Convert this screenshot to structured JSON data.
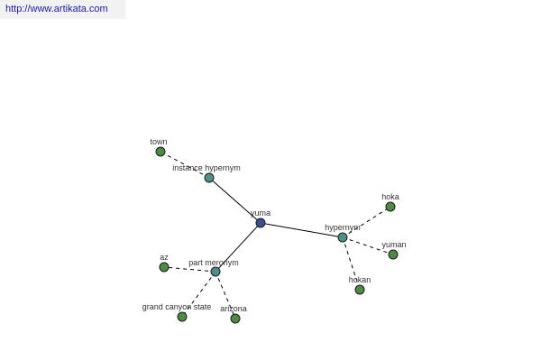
{
  "header": {
    "url_text": "http://www.artikata.com"
  },
  "colors": {
    "link": "#1a1aa6",
    "edge": "#000000",
    "label": "#333333",
    "root_fill": "#3a4f8e",
    "relation_fill": "#4f8f8a",
    "leaf_fill": "#4e8a44",
    "node_stroke": "#1a1a1a"
  },
  "graph": {
    "nodes": [
      {
        "id": "yuma",
        "label": "yuma",
        "kind": "root",
        "icon": "root-node-icon"
      },
      {
        "id": "instance-hypernym",
        "label": "instance hypernym",
        "kind": "relation",
        "icon": "relation-node-icon"
      },
      {
        "id": "hypernym",
        "label": "hypernym",
        "kind": "relation",
        "icon": "relation-node-icon"
      },
      {
        "id": "part-meronym",
        "label": "part meronym",
        "kind": "relation",
        "icon": "relation-node-icon"
      },
      {
        "id": "town",
        "label": "town",
        "kind": "leaf",
        "icon": "leaf-node-icon"
      },
      {
        "id": "hoka",
        "label": "hoka",
        "kind": "leaf",
        "icon": "leaf-node-icon"
      },
      {
        "id": "yuman",
        "label": "yuman",
        "kind": "leaf",
        "icon": "leaf-node-icon"
      },
      {
        "id": "hokan",
        "label": "hokan",
        "kind": "leaf",
        "icon": "leaf-node-icon"
      },
      {
        "id": "az",
        "label": "az",
        "kind": "leaf",
        "icon": "leaf-node-icon"
      },
      {
        "id": "grand-canyon-state",
        "label": "grand canyon state",
        "kind": "leaf",
        "icon": "leaf-node-icon"
      },
      {
        "id": "arizona",
        "label": "arizona",
        "kind": "leaf",
        "icon": "leaf-node-icon"
      }
    ],
    "edges": [
      {
        "from": "yuma",
        "to": "instance-hypernym",
        "style": "solid"
      },
      {
        "from": "yuma",
        "to": "hypernym",
        "style": "solid"
      },
      {
        "from": "yuma",
        "to": "part-meronym",
        "style": "solid"
      },
      {
        "from": "instance-hypernym",
        "to": "town",
        "style": "dashed"
      },
      {
        "from": "hypernym",
        "to": "hoka",
        "style": "dashed"
      },
      {
        "from": "hypernym",
        "to": "yuman",
        "style": "dashed"
      },
      {
        "from": "hypernym",
        "to": "hokan",
        "style": "dashed"
      },
      {
        "from": "part-meronym",
        "to": "az",
        "style": "dashed"
      },
      {
        "from": "part-meronym",
        "to": "grand-canyon-state",
        "style": "dashed"
      },
      {
        "from": "part-meronym",
        "to": "arizona",
        "style": "dashed"
      }
    ]
  }
}
